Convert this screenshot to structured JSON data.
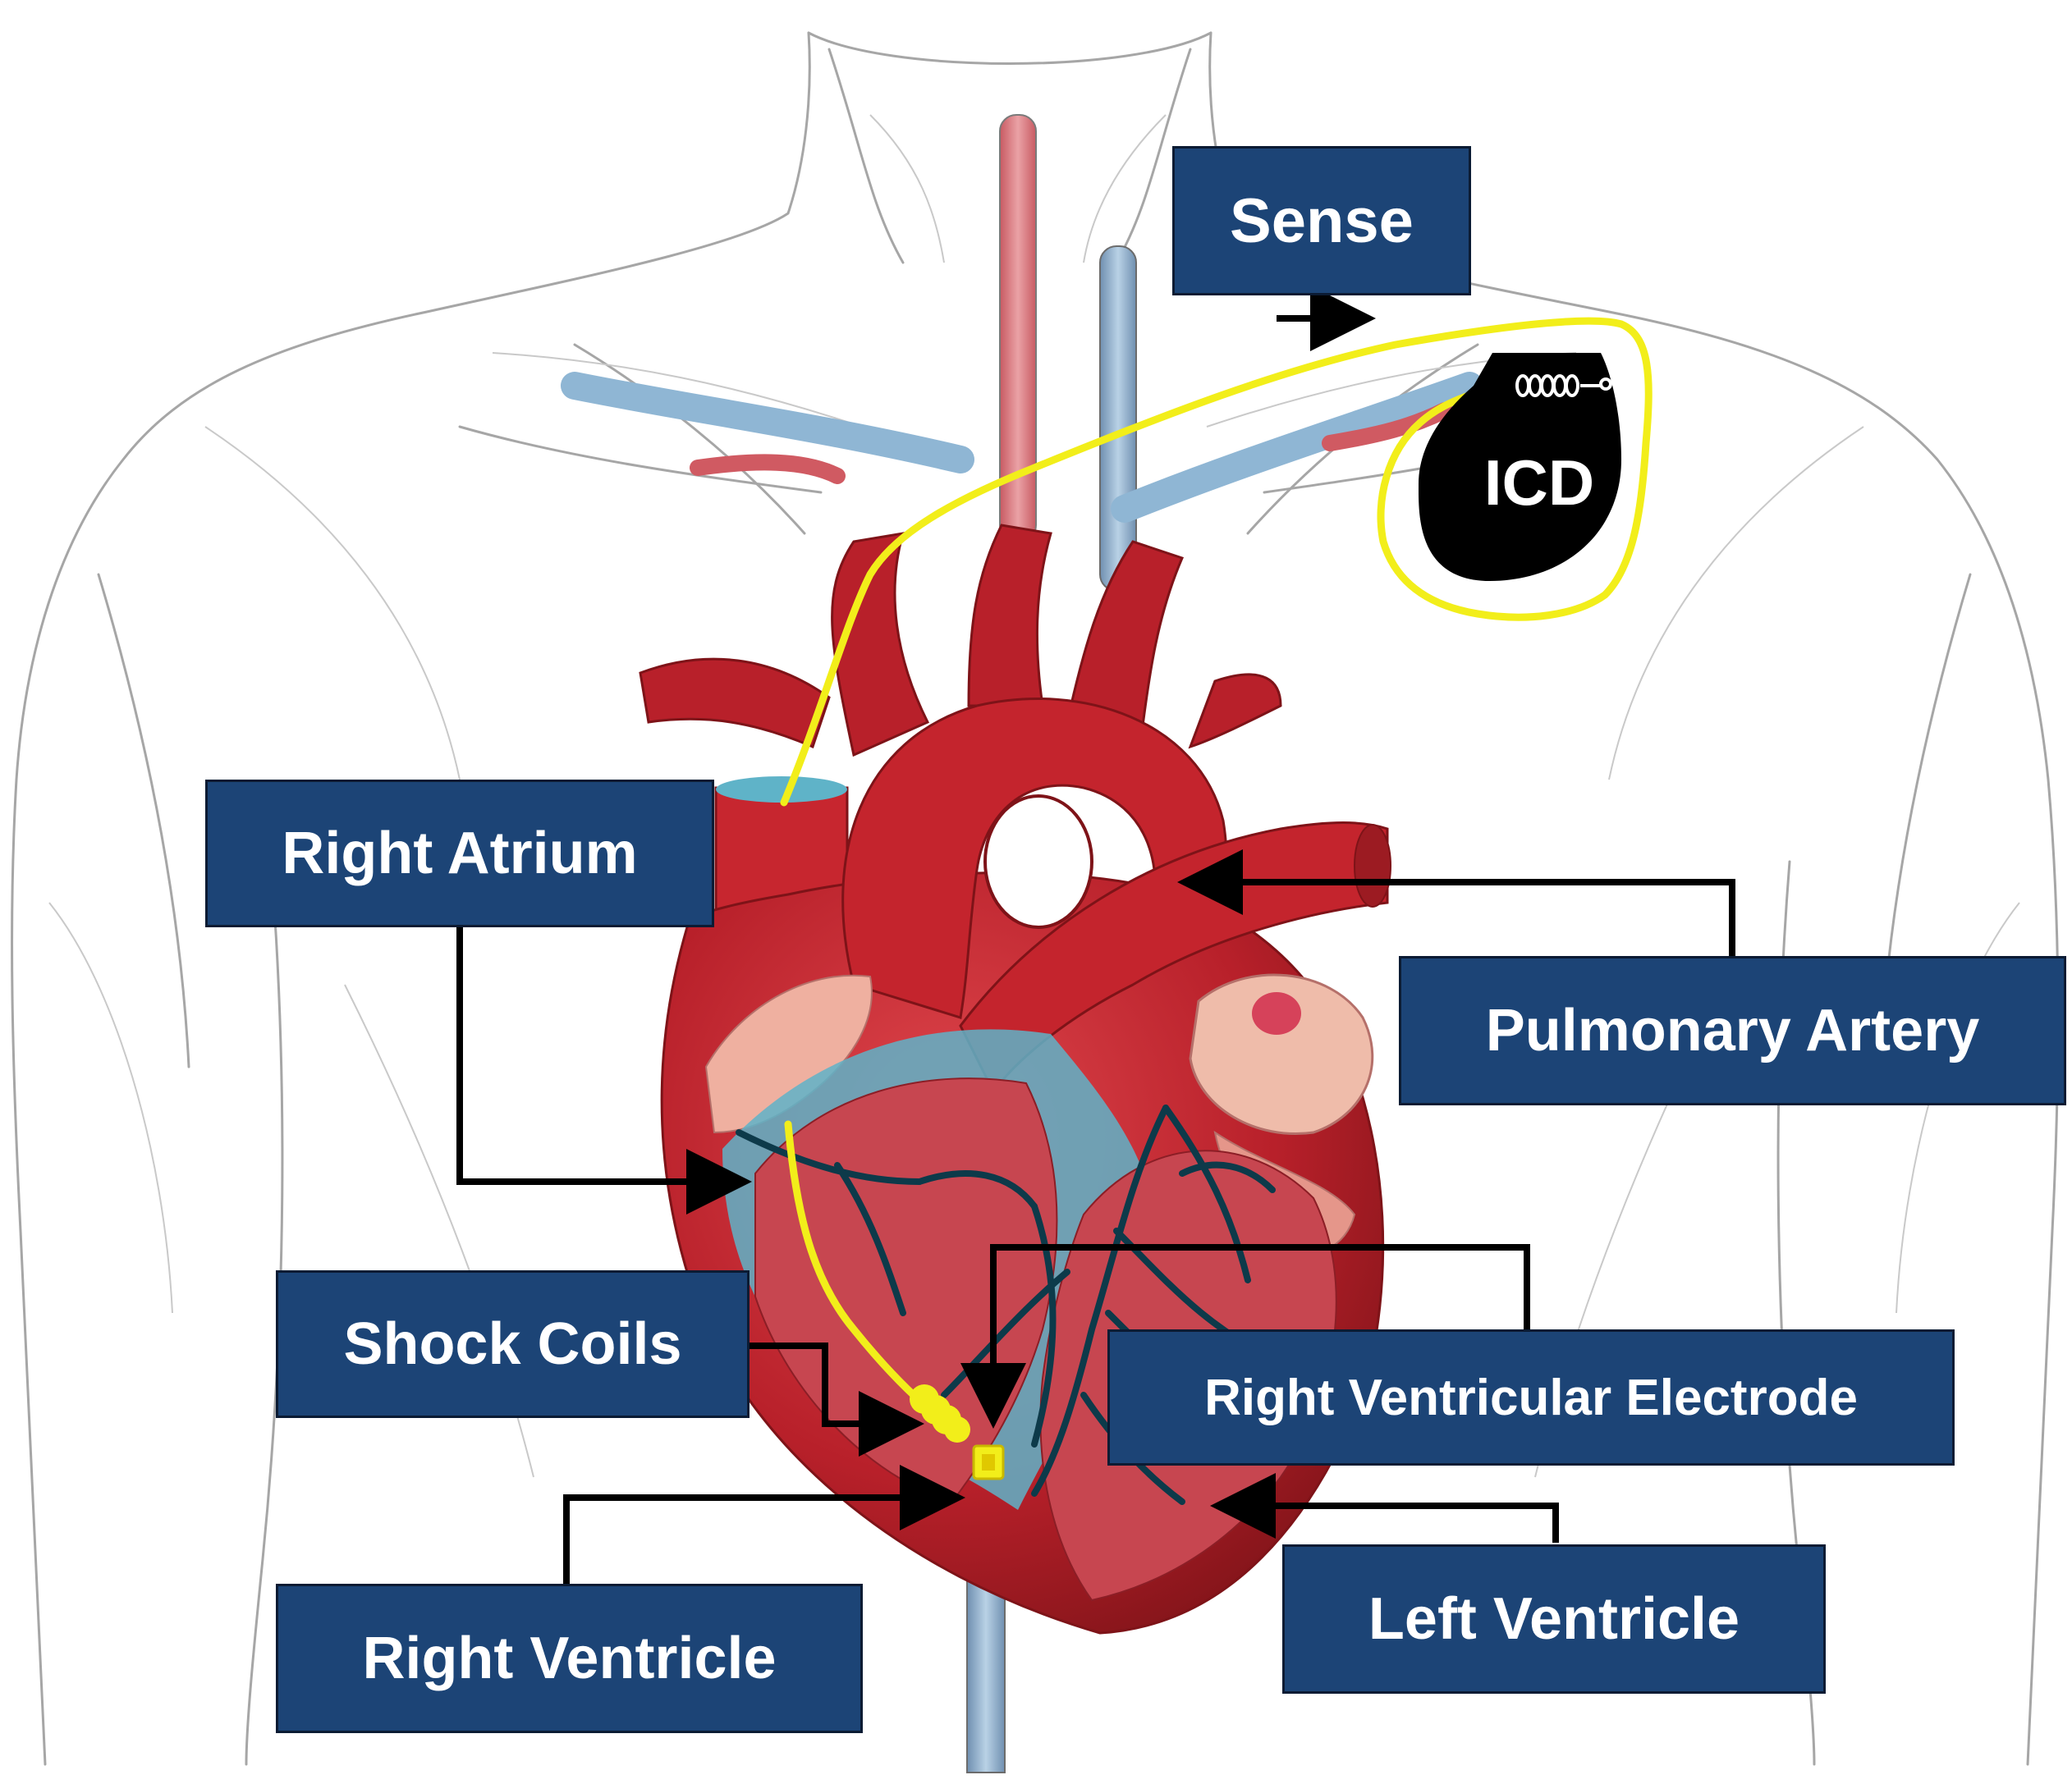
{
  "labels": {
    "sense": "Sense",
    "right_atrium": "Right Atrium",
    "pulmonary_artery": "Pulmonary Artery",
    "shock_coils": "Shock Coils",
    "right_ventricular_electrode": "Right Ventricular Electrode",
    "right_ventricle": "Right Ventricle",
    "left_ventricle": "Left Ventricle"
  },
  "device": {
    "name": "ICD"
  },
  "colors": {
    "label_fill": "#1c4476",
    "label_text": "#ffffff",
    "lead": "#f2ee1a",
    "heart": "#b8202a",
    "heart_dark": "#7e1318",
    "vessel_blue": "#8fb6d4",
    "body_outline": "#9a9a9a",
    "device": "#000000"
  },
  "icons": {
    "device": "icd-device-icon",
    "heart": "heart-anatomy-icon",
    "torso": "torso-outline-icon"
  }
}
